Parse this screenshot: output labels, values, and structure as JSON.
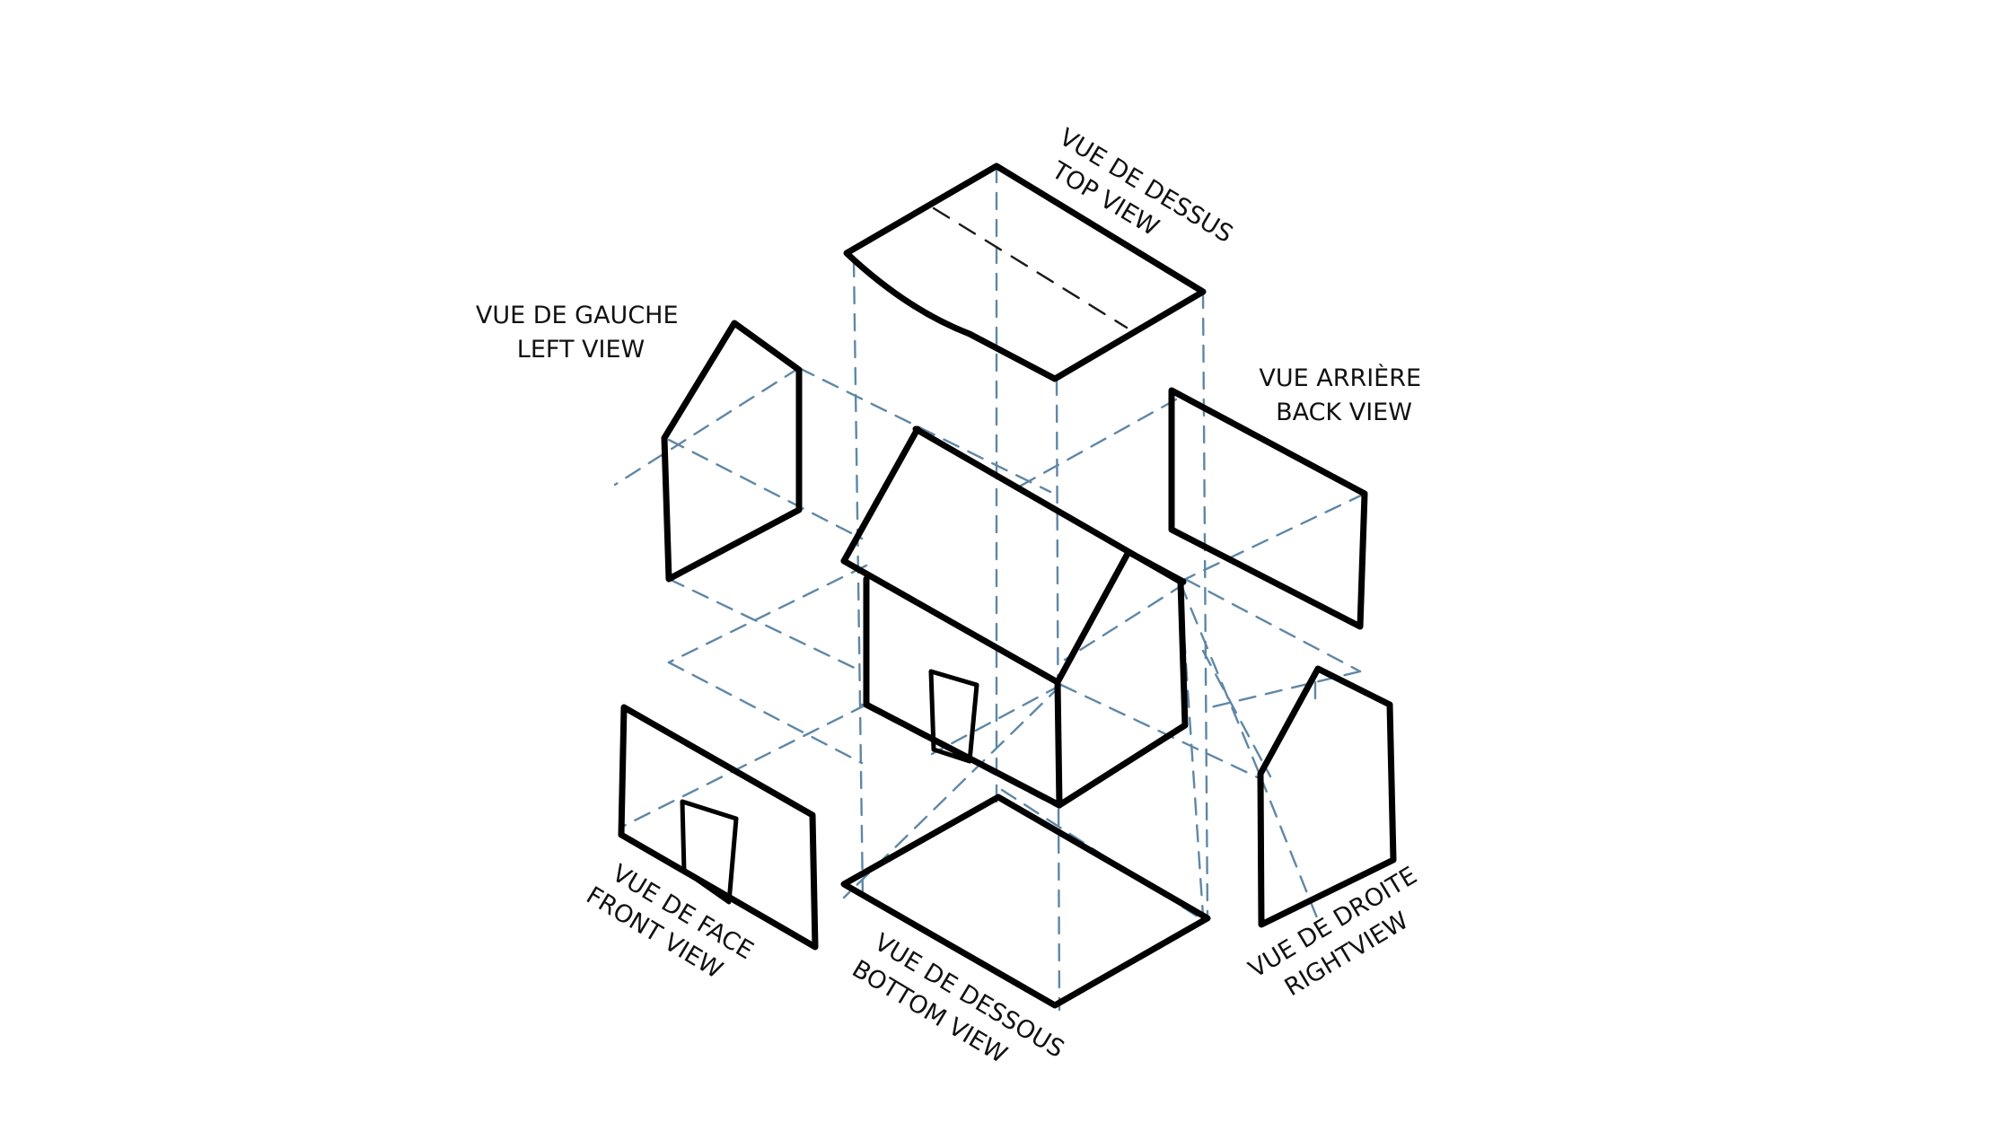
{
  "labels": {
    "top": [
      "VUE DE DESSUS",
      "TOP VIEW"
    ],
    "left": [
      "VUE DE GAUCHE",
      "LEFT VIEW"
    ],
    "back": [
      "VUE ARRIÈRE",
      "BACK VIEW"
    ],
    "front": [
      "VUE DE FACE",
      "FRONT VIEW"
    ],
    "bottom": [
      "VUE DE DESSOUS",
      "BOTTOM VIEW"
    ],
    "right": [
      "VUE DE DROITE",
      "RIGHTVIEW"
    ]
  },
  "colors": {
    "outline": "#000000",
    "projection_lines": "#5f87a6",
    "background": "#ffffff"
  }
}
